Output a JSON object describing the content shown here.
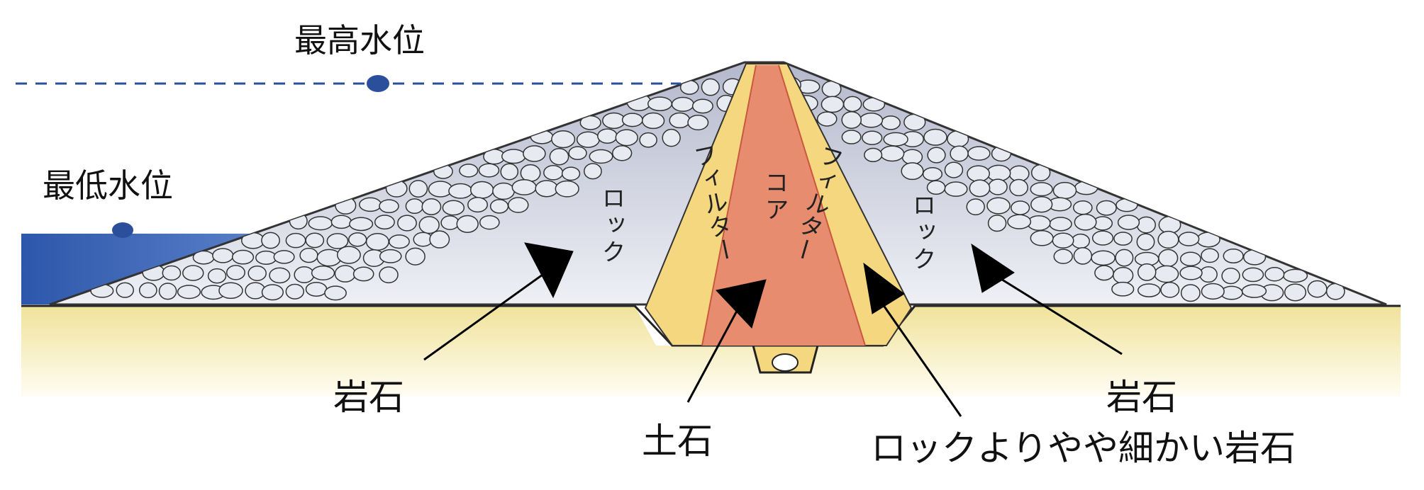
{
  "water_levels": {
    "max_label": "最高水位",
    "min_label": "最低水位"
  },
  "zones": {
    "rock_left": "ロック",
    "rock_right": "ロック",
    "filter_left": "フィルター",
    "filter_right": "フィルター",
    "core": "コア"
  },
  "callouts": {
    "rock_left": "岩石",
    "core": "土石",
    "rock_right": "岩石",
    "filter": "ロックよりやや細かい岩石"
  },
  "colors": {
    "water": "#3a63b3",
    "ground": "#f1e6a6",
    "rock": "#c9ccd8",
    "filter": "#f4d77e",
    "core": "#e88c6f",
    "level_line": "#2c4f9c"
  }
}
